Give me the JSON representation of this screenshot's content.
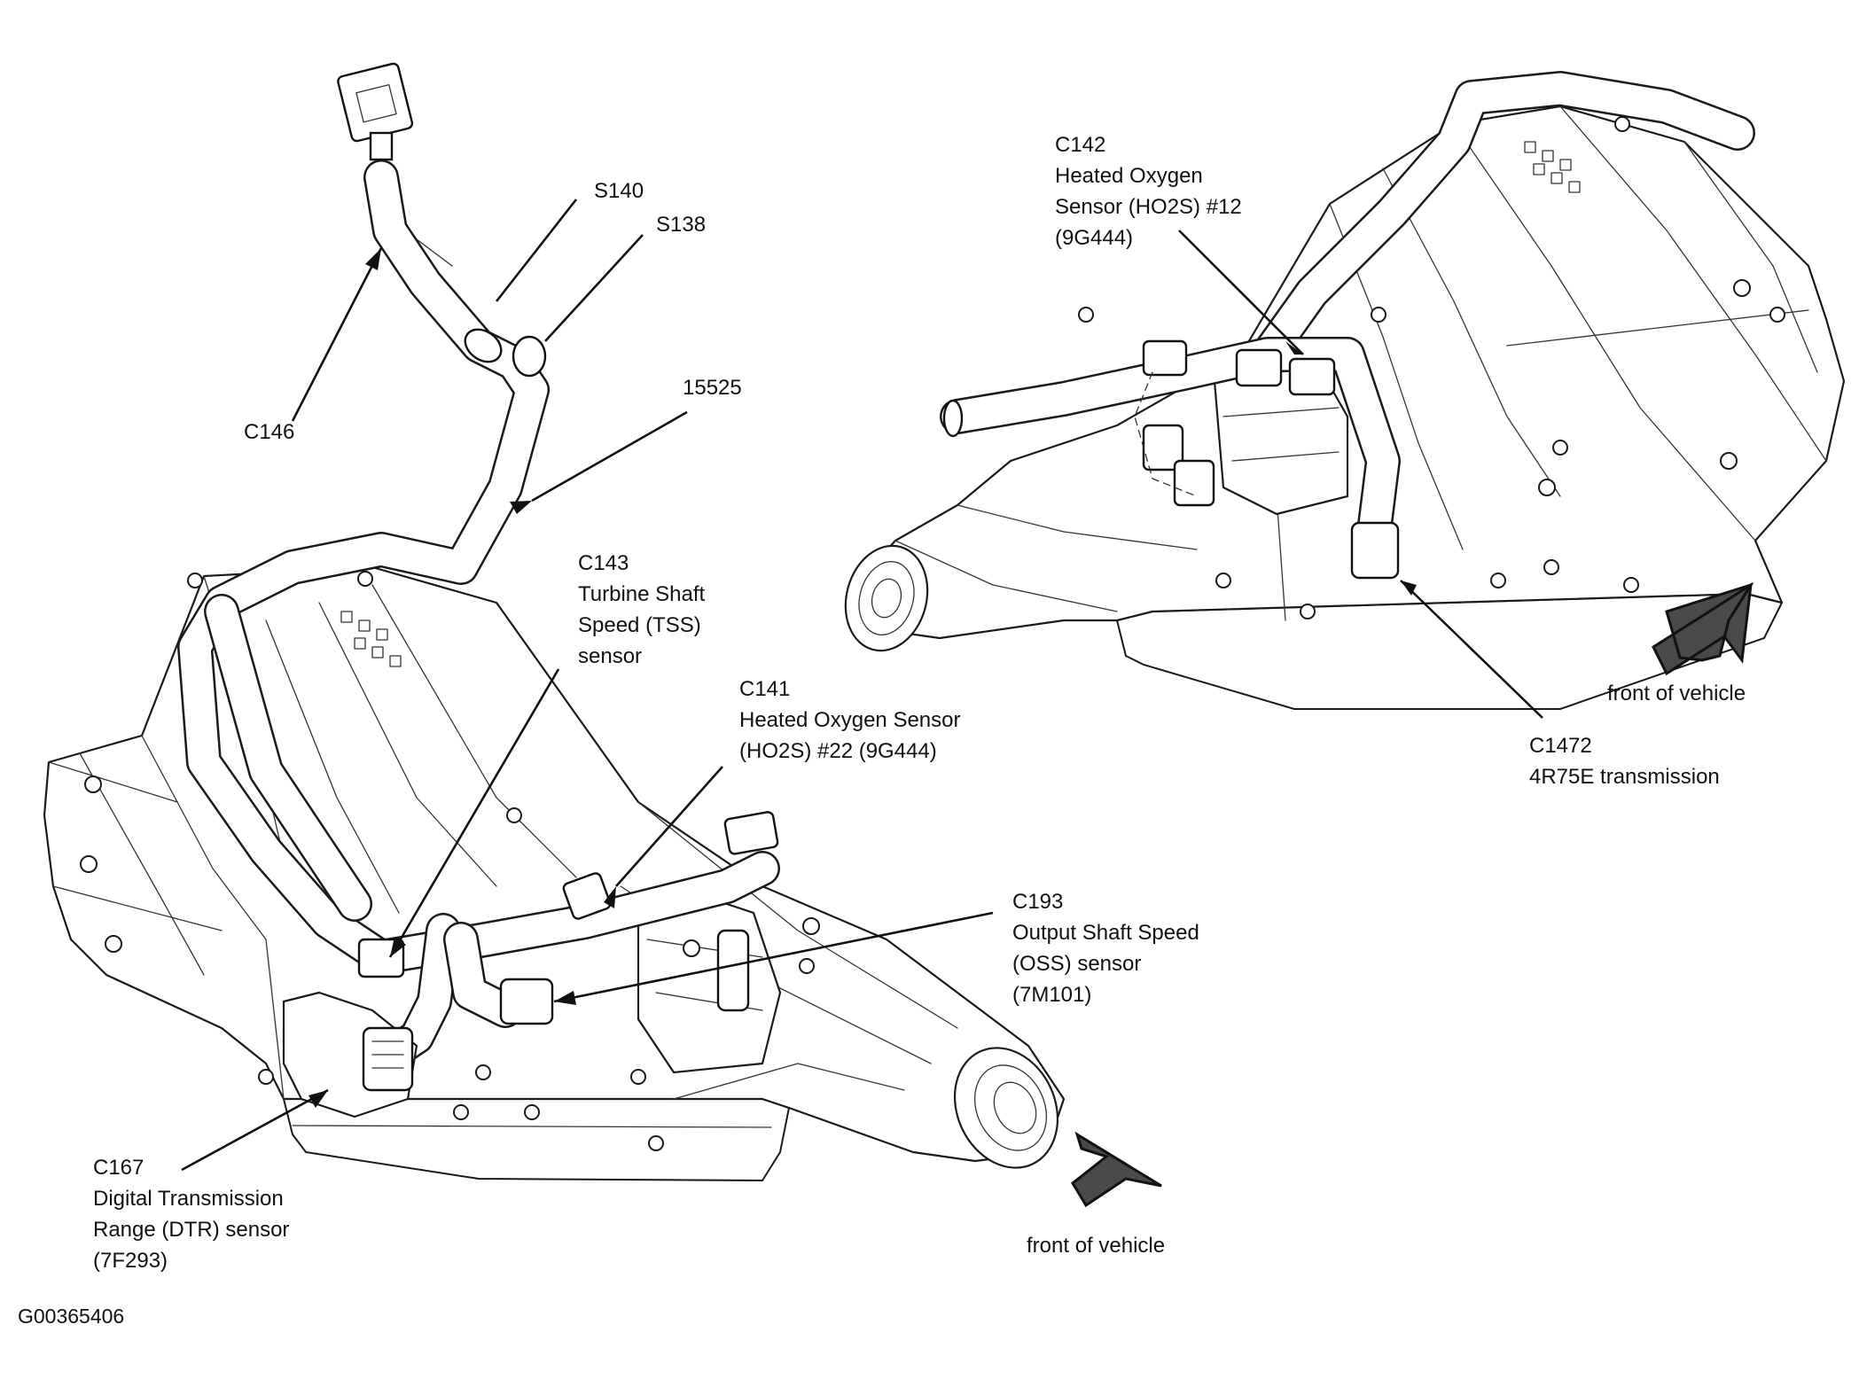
{
  "diagram": {
    "labels": {
      "s140": "S140",
      "s138": "S138",
      "c146": "C146",
      "p15525": "15525",
      "c143": [
        "C143",
        "Turbine Shaft",
        "Speed (TSS)",
        "sensor"
      ],
      "c141": [
        "C141",
        "Heated Oxygen Sensor",
        "(HO2S) #22 (9G444)"
      ],
      "c193": [
        "C193",
        "Output Shaft Speed",
        "(OSS) sensor",
        "(7M101)"
      ],
      "c167": [
        "C167",
        "Digital Transmission",
        "Range (DTR) sensor",
        "(7F293)"
      ],
      "c142": [
        "C142",
        "Heated Oxygen",
        "Sensor (HO2S) #12",
        "(9G444)"
      ],
      "c1472": [
        "C1472",
        "4R75E transmission"
      ],
      "front_left": "front of vehicle",
      "front_right": "front of vehicle",
      "figure_id": "G00365406"
    },
    "icons": {
      "direction_arrow": "front-direction-arrow-icon",
      "connector": "electrical-connector-icon",
      "bolt": "bolt-head-icon"
    },
    "colors": {
      "ink": "#1a1a1a",
      "arrow_fill": "#4a4a4a",
      "background": "#ffffff"
    }
  }
}
